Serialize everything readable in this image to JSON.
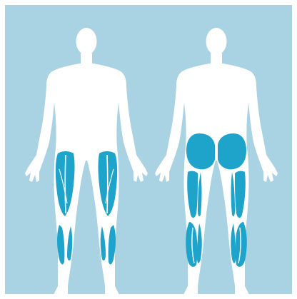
{
  "colors": {
    "background": "#a9d3e3",
    "frame": "#ffffff",
    "body": "#ffffff",
    "muscle": "#1ea3cb",
    "muscle_line": "#ffffff"
  },
  "figures": [
    {
      "view": "front",
      "highlighted_muscles": [
        "left-quadriceps",
        "right-quadriceps",
        "left-shin",
        "right-shin"
      ]
    },
    {
      "view": "back",
      "highlighted_muscles": [
        "left-gluteus",
        "right-gluteus",
        "left-hamstring",
        "right-hamstring",
        "left-calf",
        "right-calf"
      ]
    }
  ]
}
